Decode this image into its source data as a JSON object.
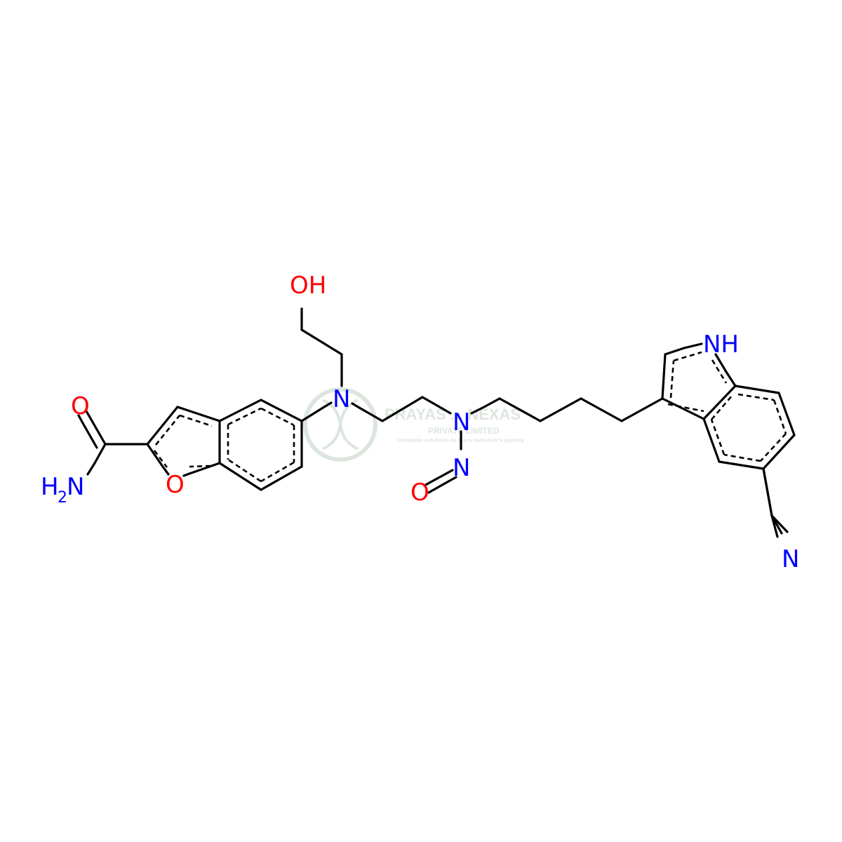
{
  "colors": {
    "bond": "#000000",
    "nitrogen": "#0000ff",
    "oxygen": "#ff0000",
    "watermark": "#9fb8a3"
  },
  "atoms": {
    "o_carbonyl": "O",
    "n_amide": "N",
    "h_amide": "H",
    "h_amide_sub": "2",
    "o_furan": "O",
    "n_amine": "N",
    "o_hydroxyl": "OH",
    "n_nitroso_amine": "N",
    "n_nitroso": "N",
    "o_nitroso": "O",
    "n_indole": "NH",
    "n_nitrile": "N"
  },
  "watermark": {
    "name": "PRAYAS ... NEXAS",
    "subtitle": "PRIVATE LIMITED",
    "tagline": "Complete solutions to every molecule's journey"
  }
}
